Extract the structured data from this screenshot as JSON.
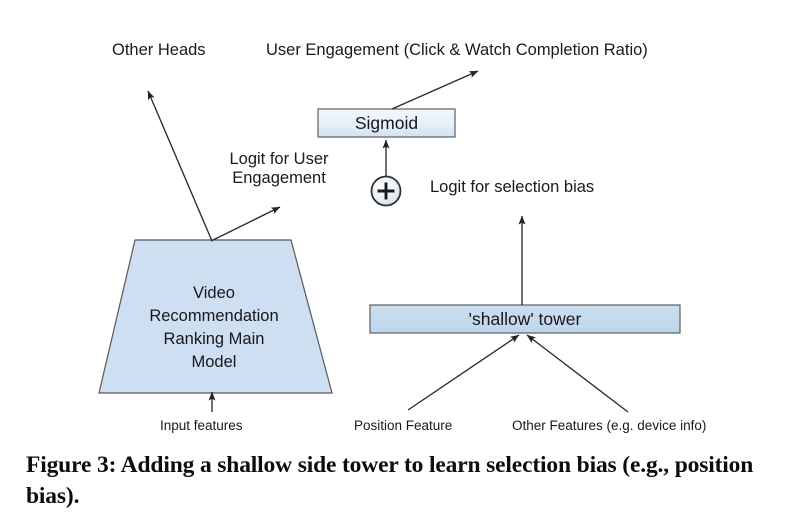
{
  "figure": {
    "caption": "Figure 3: Adding a shallow side tower to learn selection bias (e.g., position bias).",
    "colors": {
      "box_fill": "#cddff0",
      "box_stroke": "#4a4a4a",
      "sigmoid_fill": "#e4eef7",
      "arrow": "#2b2b2b",
      "text": "#1a1a1a",
      "background": "#ffffff"
    },
    "nodes": {
      "main_model": {
        "label": "Video\nRecommendation\nRanking Main\nModel",
        "lines": [
          "Video",
          "Recommendation",
          "Ranking Main",
          "Model"
        ],
        "shape": "trapezoid"
      },
      "sigmoid": {
        "label": "Sigmoid",
        "shape": "rectangle"
      },
      "shallow_tower": {
        "label": "'shallow' tower",
        "shape": "rectangle"
      },
      "adder": {
        "label": "+",
        "shape": "circle"
      }
    },
    "labels": {
      "other_heads": "Other Heads",
      "user_engagement": "User Engagement (Click & Watch Completion Ratio)",
      "logit_for_user_engagement": "Logit for User\nEngagement",
      "logit_for_selection_bias": "Logit for selection bias",
      "input_features": "Input features",
      "position_feature": "Position Feature",
      "other_features": "Other Features (e.g. device info)"
    },
    "edges": [
      {
        "from": "main-model",
        "to": "other-heads",
        "type": "arrow"
      },
      {
        "from": "main-model",
        "to": "logit-user-engagement",
        "type": "arrow"
      },
      {
        "from": "sigmoid",
        "to": "user-engagement",
        "type": "arrow"
      },
      {
        "from": "adder",
        "to": "sigmoid",
        "type": "arrow"
      },
      {
        "from": "shallow-tower",
        "to": "logit-selection-bias",
        "type": "arrow"
      },
      {
        "from": "input-features",
        "to": "main-model",
        "type": "arrow"
      },
      {
        "from": "position-feature",
        "to": "shallow-tower",
        "type": "arrow"
      },
      {
        "from": "other-features",
        "to": "shallow-tower",
        "type": "arrow"
      }
    ]
  }
}
